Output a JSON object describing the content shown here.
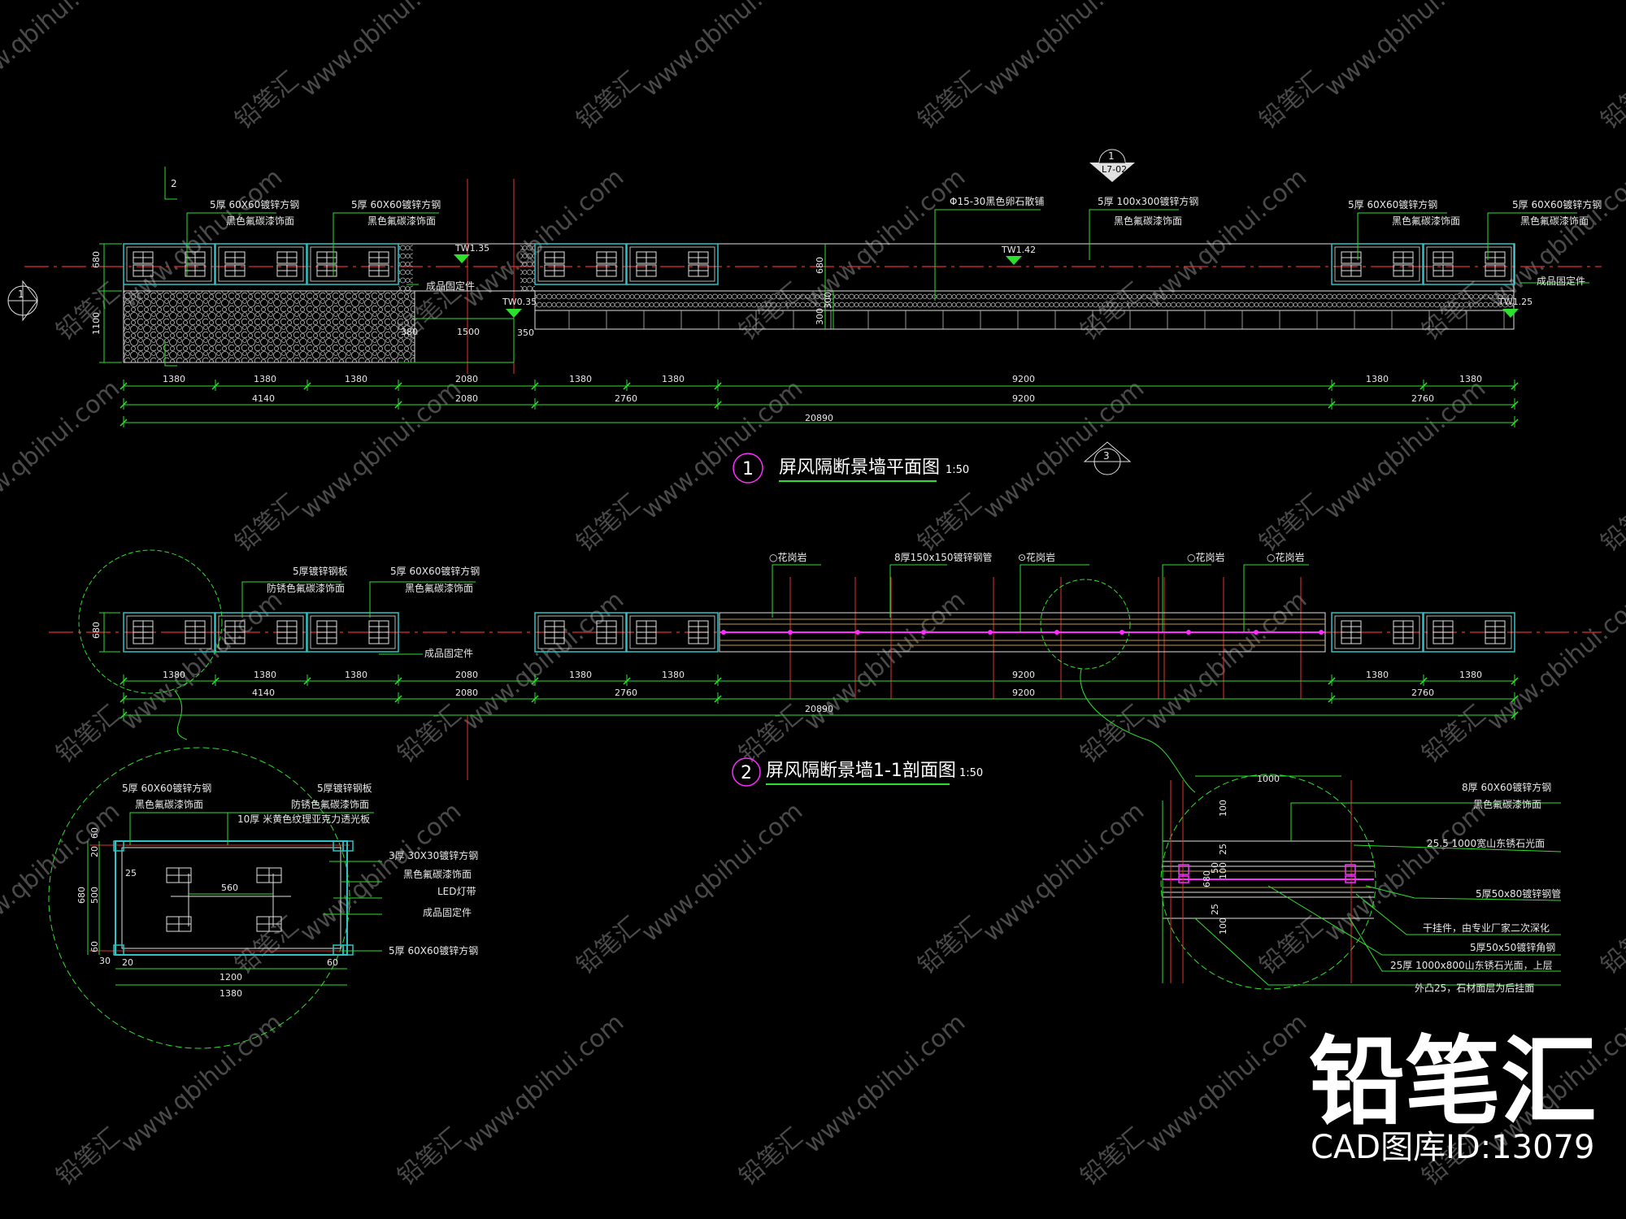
{
  "colors": {
    "background": "#000000",
    "outline": "#2ec4c4",
    "leader": "#2ee02e",
    "axis": "#e23030",
    "magenta": "#ff2dff",
    "text": "#e8e8e8"
  },
  "watermark": {
    "site": "www.qbihui.com",
    "brand": "铅笔汇"
  },
  "brand": {
    "name": "铅笔汇",
    "caption": "CAD图库ID:13079"
  },
  "plan": {
    "title": "屏风隔断景墙平面图",
    "scale": "1:50",
    "index": "1",
    "labels": {
      "l1a": "5厚 60X60镀锌方钢",
      "l1b": "黑色氟碳漆饰面",
      "l2a": "5厚 60X60镀锌方钢",
      "l2b": "黑色氟碳漆饰面",
      "l3": "Φ15-30黑色卵石散铺",
      "l4a": "5厚 100x300镀锌方钢",
      "l4b": "黑色氟碳漆饰面",
      "l5a": "5厚 60X60镀锌方钢",
      "l5b": "黑色氟碳漆饰面",
      "l6a": "5厚 60X60镀锌方钢",
      "l6b": "黑色氟碳漆饰面",
      "l7": "成品固定件",
      "l8": "成品固定件"
    },
    "elev": {
      "e1": "TW1.35",
      "e2": "TW1.42",
      "e3": "TW0.35",
      "e4": "TW1.25"
    },
    "dims": {
      "d1": "1380",
      "d2": "1380",
      "d3": "1380",
      "d4": "2080",
      "d5": "1380",
      "d6": "1380",
      "d7": "9200",
      "d8": "1380",
      "d9": "1380",
      "s1": "4140",
      "s2": "2080",
      "s3": "2760",
      "s4": "9200",
      "s5": "2760",
      "total": "20890",
      "h1": "680",
      "h2": "1100",
      "h3": "680",
      "h4": "300",
      "h5": "300",
      "i1": "380",
      "i2": "1500",
      "i3": "350"
    },
    "marks": {
      "sec1": "1",
      "sec2": "2",
      "sec3": "3",
      "top": "1",
      "topsub": "L7-02"
    }
  },
  "section": {
    "title": "屏风隔断景墙1-1剖面图",
    "scale": "1:50",
    "index": "2",
    "labels": {
      "a1": "5厚镀锌钢板",
      "a2": "防锈色氟碳漆饰面",
      "b1": "5厚 60X60镀锌方钢",
      "b2": "黑色氟碳漆饰面",
      "c1": "成品固定件",
      "p1": "○花岗岩",
      "p2": "8厚150x150镀锌钢管",
      "p3": "⊙花岗岩",
      "p4": "○花岗岩",
      "p5": "○花岗岩"
    },
    "dims": {
      "d1": "1380",
      "d2": "1380",
      "d3": "1380",
      "d4": "2080",
      "d5": "1380",
      "d6": "1380",
      "d7": "9200",
      "d8": "1380",
      "d9": "1380",
      "s1": "4140",
      "s2": "2080",
      "s3": "2760",
      "s4": "9200",
      "s5": "2760",
      "total": "20890",
      "h1": "680"
    }
  },
  "detailLeft": {
    "labels": {
      "a1": "5厚 60X60镀锌方钢",
      "a2": "黑色氟碳漆饰面",
      "b1": "5厚镀锌钢板",
      "b2": "防锈色氟碳漆饰面",
      "b3": "10厚 米黄色纹理亚克力透光板",
      "c1": "3厚 30X30镀锌方钢",
      "c2": "黑色氟碳漆饰面",
      "c3": "LED灯带",
      "c4": "成品固定件",
      "c5": "5厚 60X60镀锌方钢"
    },
    "dims": {
      "w1": "560",
      "w2": "1200",
      "w3": "1380",
      "h1": "680",
      "h2": "500",
      "h3": "60",
      "h4": "20",
      "h5": "25",
      "h6": "60",
      "e1": "30",
      "e2": "60",
      "e3": "20"
    }
  },
  "detailRight": {
    "labels": {
      "a1": "8厚 60X60镀锌方钢",
      "a2": "黑色氟碳漆饰面",
      "b1": "25.5 1000宽山东锈石光面",
      "c1": "5厚50x80镀锌钢管",
      "d1": "干挂件，由专业厂家二次深化",
      "d2": "5厚50x50镀锌角钢",
      "d3": "25厚 1000x800山东锈石光面，上层",
      "d4": "外凸25，石材面层为后挂面"
    },
    "dims": {
      "w1": "1000",
      "h1": "100",
      "h2": "25",
      "h3": "50",
      "h4": "100",
      "h5": "680",
      "h6": "25",
      "h7": "100"
    }
  }
}
